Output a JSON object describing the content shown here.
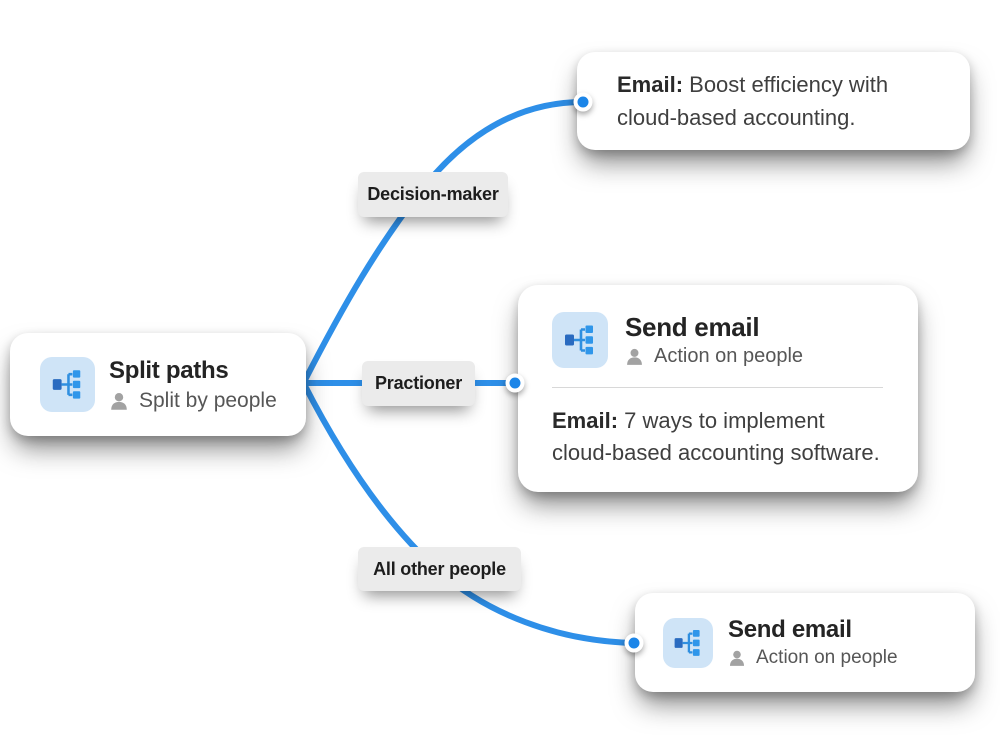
{
  "colors": {
    "edge_blue": "#2e8fe8",
    "dot_blue": "#1b85e8",
    "icon_bg": "#cfe4f7",
    "label_bg": "#ebebeb",
    "card_bg": "#ffffff",
    "text_dark": "#242424",
    "text_gray": "#565656",
    "person_gray": "#a2a2a2",
    "divider": "#d8d8d8"
  },
  "split_node": {
    "title": "Split paths",
    "subtitle": "Split by people"
  },
  "branches": [
    {
      "label": "Decision-maker"
    },
    {
      "label": "Practioner"
    },
    {
      "label": "All other people"
    }
  ],
  "emails": {
    "decision_maker": {
      "bold": "Email:",
      "text": " Boost efficiency with cloud-based accounting."
    },
    "practioner": {
      "title": "Send email",
      "subtitle": "Action on people",
      "body_bold": "Email:",
      "body_text": " 7 ways to implement cloud-based accounting software."
    },
    "all_other_people": {
      "title": "Send email",
      "subtitle": "Action on people"
    }
  }
}
